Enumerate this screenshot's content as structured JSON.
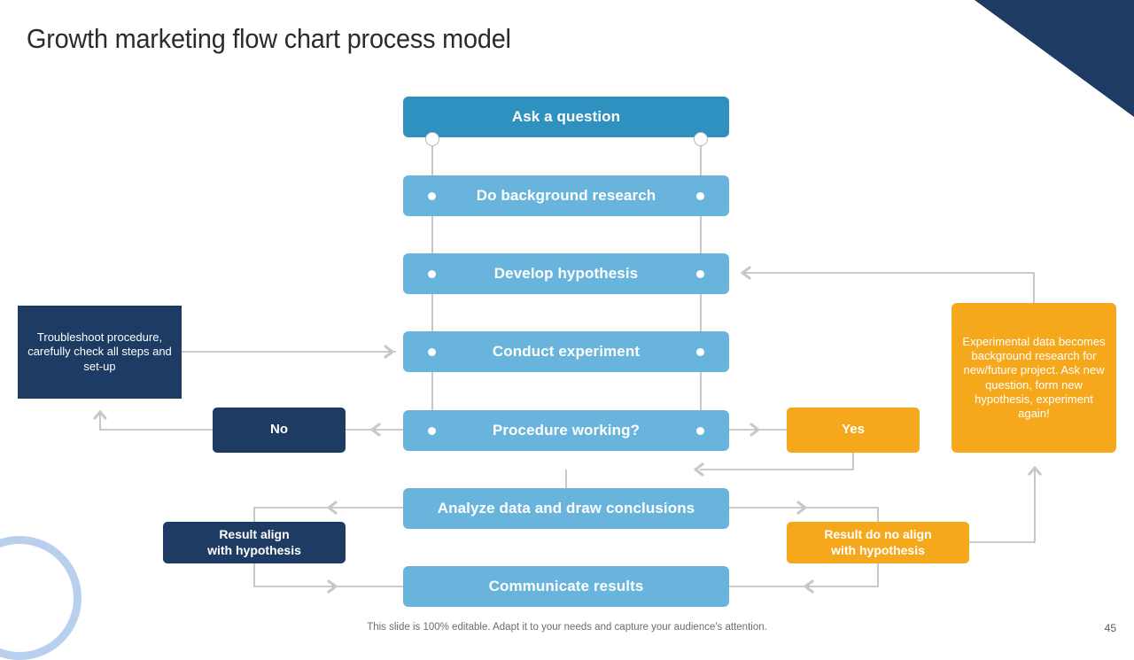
{
  "slide": {
    "title": "Growth marketing flow chart process model",
    "footer_note": "This slide is 100% editable. Adapt it to your needs and capture your audience's attention.",
    "page_number": "45"
  },
  "colors": {
    "accent_navy": "#1d3b63",
    "node_blue_dark": "#2e91bf",
    "node_blue": "#69b4dc",
    "node_orange": "#f5a81c",
    "connector_gray": "#9a9a9a",
    "ring_blue": "#b9cfee"
  },
  "flow": {
    "main_steps": [
      {
        "id": "ask-a-question",
        "label": "Ask a question"
      },
      {
        "id": "do-background-research",
        "label": "Do background research"
      },
      {
        "id": "develop-hypothesis",
        "label": "Develop hypothesis"
      },
      {
        "id": "conduct-experiment",
        "label": "Conduct experiment"
      },
      {
        "id": "procedure-working",
        "label": "Procedure working?"
      },
      {
        "id": "analyze-data",
        "label": "Analyze data and draw conclusions"
      },
      {
        "id": "communicate-results",
        "label": "Communicate  results"
      }
    ],
    "side_nodes": {
      "troubleshoot": "Troubleshoot procedure, carefully check all steps and set-up",
      "no": "No",
      "yes": "Yes",
      "experimental": "Experimental data becomes background research for new/future project. Ask new question, form new hypothesis, experiment again!",
      "result_align": "Result align\nwith hypothesis",
      "result_align_line1": "Result align",
      "result_align_line2": "with hypothesis",
      "result_no_align_line1": "Result do no align",
      "result_no_align_line2": "with hypothesis"
    }
  }
}
